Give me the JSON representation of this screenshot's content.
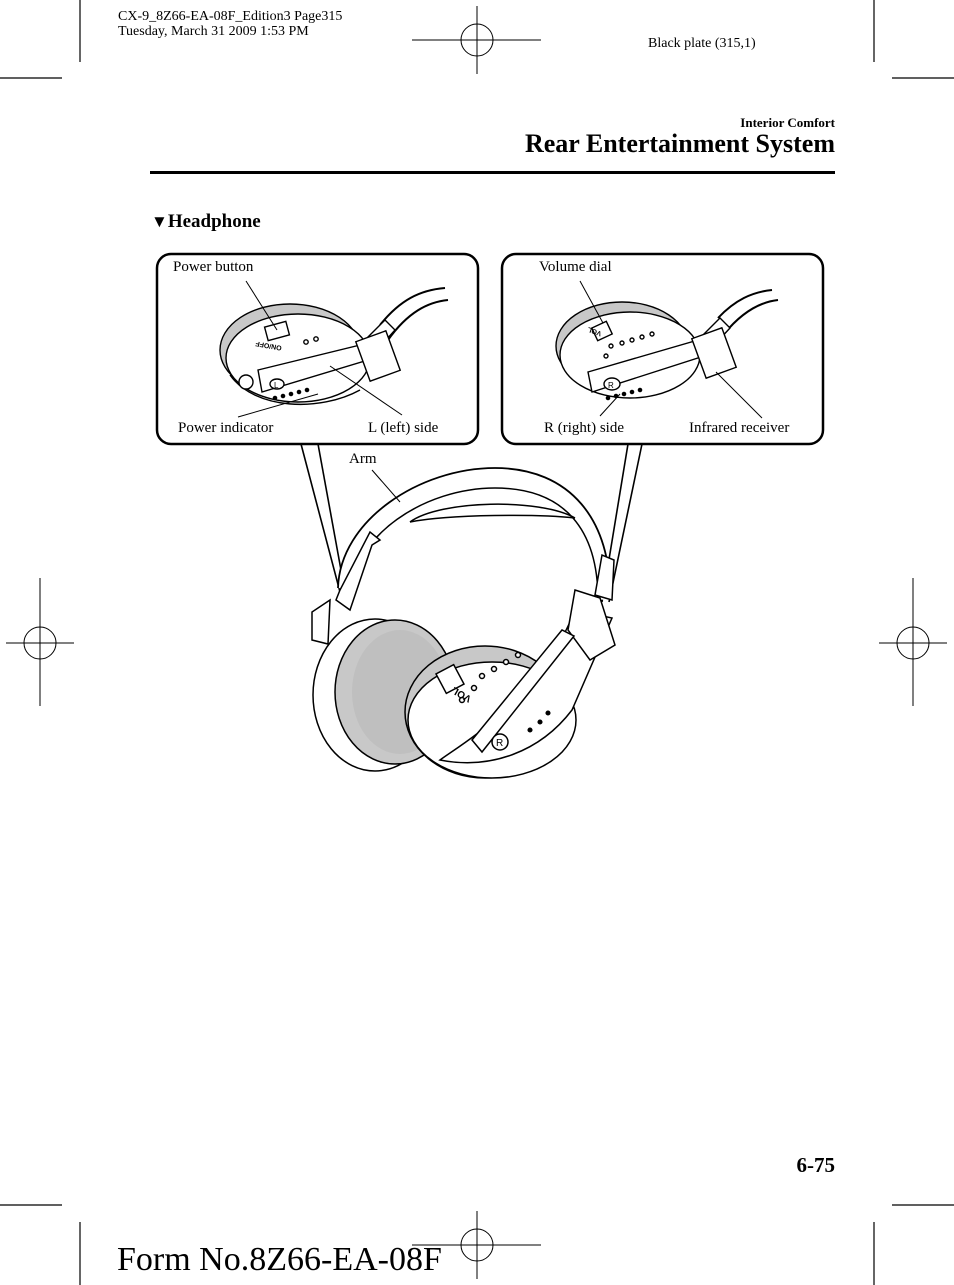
{
  "header": {
    "file_line": "CX-9_8Z66-EA-08F_Edition3 Page315",
    "date_line": "Tuesday, March 31 2009 1:53 PM",
    "plate": "Black plate (315,1)",
    "section_label": "Interior Comfort",
    "section_title": "Rear Entertainment System"
  },
  "subsection": {
    "marker": "▼",
    "title": "Headphone"
  },
  "figure": {
    "left_panel": {
      "power_button": "Power button",
      "power_indicator": "Power indicator",
      "left_side": "L (left) side",
      "switch_text": "ON/OFF",
      "side_letter": "L"
    },
    "right_panel": {
      "volume_dial": "Volume dial",
      "right_side": "R (right) side",
      "infrared_receiver": "Infrared receiver",
      "dial_text": "VOL",
      "side_letter": "R"
    },
    "main": {
      "arm": "Arm",
      "dial_text": "VOL",
      "side_letter": "R"
    }
  },
  "footer": {
    "page_number": "6-75",
    "form_number": "Form No.8Z66-EA-08F"
  }
}
